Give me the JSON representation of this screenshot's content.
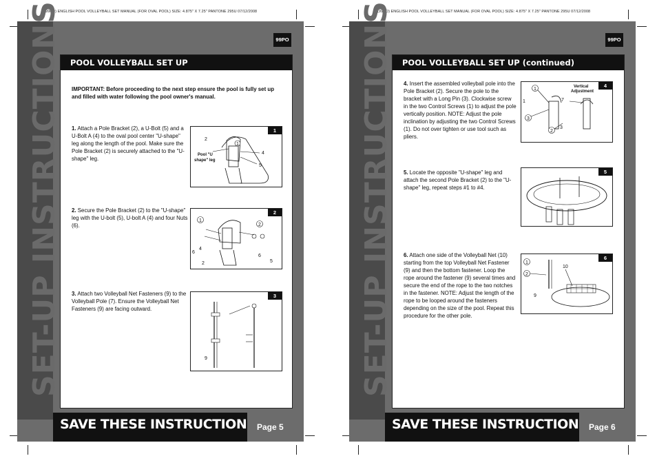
{
  "header": {
    "left": "(99PO)  ENGLISH  POOL VOLLEYBALL SET MANUAL (FOR OVAL POOL)  SIZE: 4.875\" X 7.25\"  PANTONE 295U  07/12/2008",
    "right": "(99PO)  ENGLISH  POOL VOLLEYBALL SET MANUAL (FOR OVAL POOL)  SIZE: 4.875\" X 7.25\"  PANTONE 295U  07/12/2008"
  },
  "page_left": {
    "sidebar_title": "SET-UP INSTRUCTIONS",
    "code": "99PO",
    "section_title": "POOL VOLLEYBALL SET UP",
    "important": "IMPORTANT: Before proceeding to the next step ensure the pool is fully set up and filled with water following the pool owner's manual.",
    "steps": [
      {
        "num": "1.",
        "text": "Attach a Pole Bracket (2), a U-Bolt (5) and a U-Bolt A (4) to the oval pool center \"U-shape\" leg along the length of the pool. Make sure the Pole Bracket (2) is securely attached to the \"U-shape\" leg."
      },
      {
        "num": "2.",
        "text": "Secure the Pole Bracket (2) to the \"U-shape\" leg with the U-bolt (5), U-bolt A (4) and four Nuts (6)."
      },
      {
        "num": "3.",
        "text": "Attach two Volleyball Net Fasteners (9) to the Volleyball Pole (7). Ensure the Volleyball Net Fasteners (9) are facing outward."
      }
    ],
    "figures": [
      {
        "num": "1",
        "labels": [
          "2",
          "1",
          "4",
          "5",
          "Pool \"U",
          "shape\" leg"
        ]
      },
      {
        "num": "2",
        "labels": [
          "1",
          "4",
          "6",
          "2",
          "2",
          "6",
          "5"
        ]
      },
      {
        "num": "3",
        "labels": [
          "9"
        ]
      }
    ],
    "footer_title": "SAVE THESE INSTRUCTIONS",
    "page_label": "Page 5"
  },
  "page_right": {
    "sidebar_title": "SET-UP INSTRUCTIONS",
    "code": "99PO",
    "section_title": "POOL VOLLEYBALL SET UP (continued)",
    "steps": [
      {
        "num": "4.",
        "text": "Insert the assembled volleyball pole into the Pole Bracket (2). Secure the pole to the bracket with a Long Pin (3). Clockwise screw in the two Control Screws (1) to adjust the pole vertically position. NOTE: Adjust the pole inclination by adjusting the two Control Screws (1). Do not over tighten or use tool such as pliers."
      },
      {
        "num": "5.",
        "text": "Locate the opposite \"U-shape\" leg and attach the second Pole Bracket (2) to the \"U-shape\" leg, repeat steps #1 to #4."
      },
      {
        "num": "6.",
        "text": "Attach one side of the Volleyball Net (10) starting from the top Volleyball Net Fastener (9) and then the bottom fastener. Loop the rope around the fastener (9) several times and secure the end of the rope to the two notches in the fastener. NOTE: Adjust the length of the rope to be looped around the fasteners depending on the size of the pool. Repeat this procedure for the other pole."
      }
    ],
    "figures": [
      {
        "num": "4",
        "labels": [
          "1",
          "Vertical",
          "Adjustment",
          "1",
          "7",
          "3",
          "2",
          "3"
        ]
      },
      {
        "num": "5",
        "labels": []
      },
      {
        "num": "6",
        "labels": [
          "1",
          "2",
          "10",
          "9"
        ]
      }
    ],
    "footer_title": "SAVE THESE INSTRUCTIONS",
    "page_label": "Page 6"
  }
}
